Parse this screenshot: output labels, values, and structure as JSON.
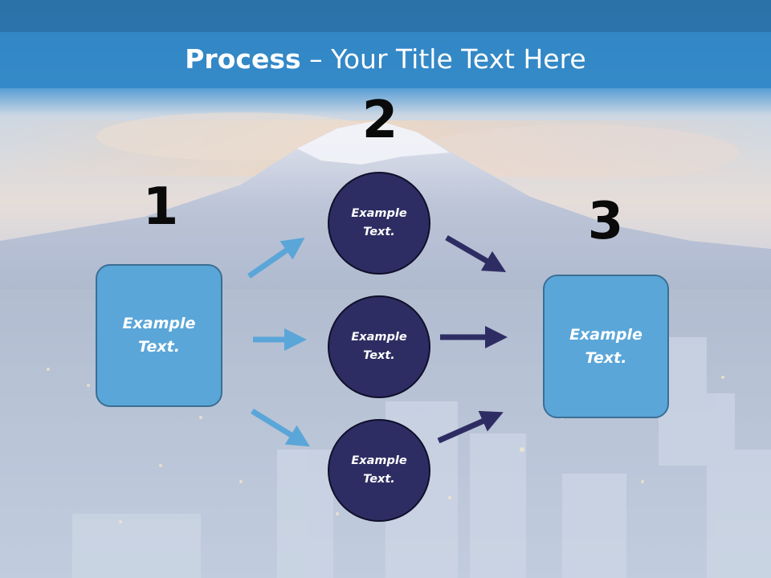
{
  "title": {
    "bold": "Process",
    "rest": " – Your Title Text Here"
  },
  "steps": {
    "n1": "1",
    "n2": "2",
    "n3": "3"
  },
  "left_box": {
    "line1": "Example",
    "line2": "Text."
  },
  "right_box": {
    "line1": "Example",
    "line2": "Text."
  },
  "circles": [
    {
      "line1": "Example",
      "line2": "Text."
    },
    {
      "line1": "Example",
      "line2": "Text."
    },
    {
      "line1": "Example",
      "line2": "Text."
    }
  ],
  "colors": {
    "header_blue": "#2f86c6",
    "box_fill": "#5aa6d8",
    "circle_fill": "#2e2d63",
    "arrow_light": "#5aa6d8",
    "arrow_dark": "#2e2d63"
  }
}
